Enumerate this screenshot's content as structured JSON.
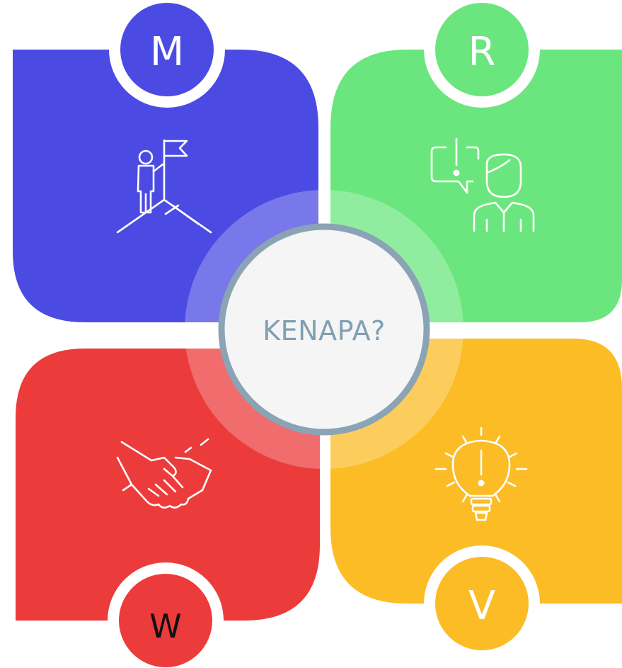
{
  "center": {
    "label": "KENAPA?"
  },
  "quadrants": [
    {
      "id": "m",
      "letter": "M",
      "color": "#4b4be4",
      "icon": "person-on-summit-flag-icon"
    },
    {
      "id": "r",
      "letter": "R",
      "color": "#6be67e",
      "icon": "person-speech-bubble-exclamation-icon"
    },
    {
      "id": "w",
      "letter": "W",
      "color": "#ec3b3b",
      "icon": "handshake-icon"
    },
    {
      "id": "v",
      "letter": "V",
      "color": "#fbbc26",
      "icon": "lightbulb-exclamation-icon"
    }
  ],
  "colors": {
    "center_fill": "#f5f5f5",
    "center_ring": "#8aa3b5",
    "center_text": "#7f9fb2",
    "icon_stroke": "#ffffff",
    "letter_light": "#ffffff",
    "letter_dark": "#111111"
  }
}
